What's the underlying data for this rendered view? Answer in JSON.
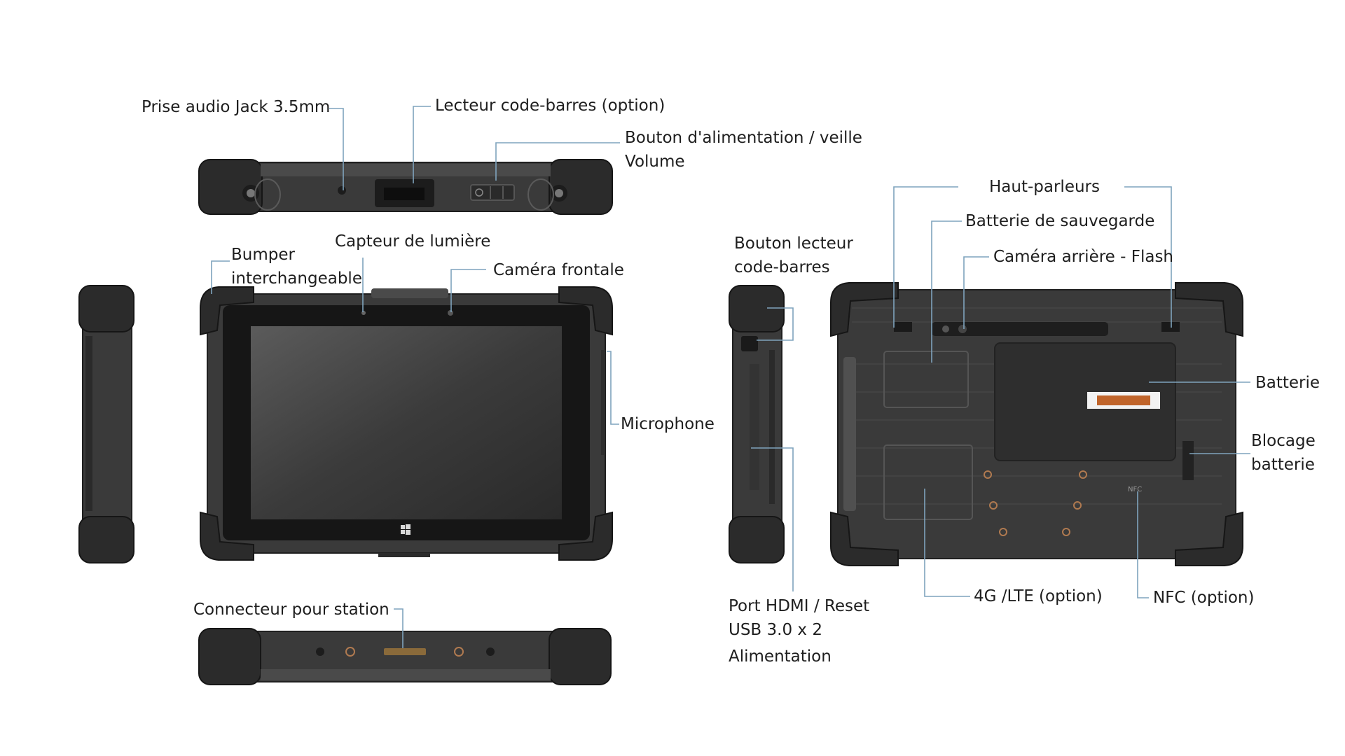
{
  "labels": {
    "audio_jack": "Prise audio Jack 3.5mm",
    "barcode_reader": "Lecteur code-barres (option)",
    "power_button": "Bouton d'alimentation / veille",
    "volume": "Volume",
    "bumper_1": "Bumper",
    "bumper_2": "interchangeable",
    "light_sensor": "Capteur de lumière",
    "front_camera": "Caméra frontale",
    "microphone": "Microphone",
    "dock_connector": "Connecteur pour station",
    "barcode_button_1": "Bouton lecteur",
    "barcode_button_2": "code-barres",
    "ports_1": "Port HDMI / Reset",
    "ports_2": "USB 3.0 x 2",
    "ports_3": "Alimentation",
    "speakers": "Haut-parleurs",
    "backup_battery": "Batterie de sauvegarde",
    "rear_camera": "Caméra arrière - Flash",
    "battery": "Batterie",
    "battery_lock_1": "Blocage",
    "battery_lock_2": "batterie",
    "lte": "4G /LTE (option)",
    "nfc": "NFC (option)",
    "nfc_marking": "NFC"
  },
  "colors": {
    "device_body": "#3a3a3a",
    "bumper": "#2b2b2b",
    "screen": "#3c3c3c",
    "leader_line": "#7fa3bd",
    "back_logo": "#c0642a"
  },
  "icons": [
    "windows-logo-icon",
    "power-icon",
    "lanyard-ring-icon"
  ]
}
